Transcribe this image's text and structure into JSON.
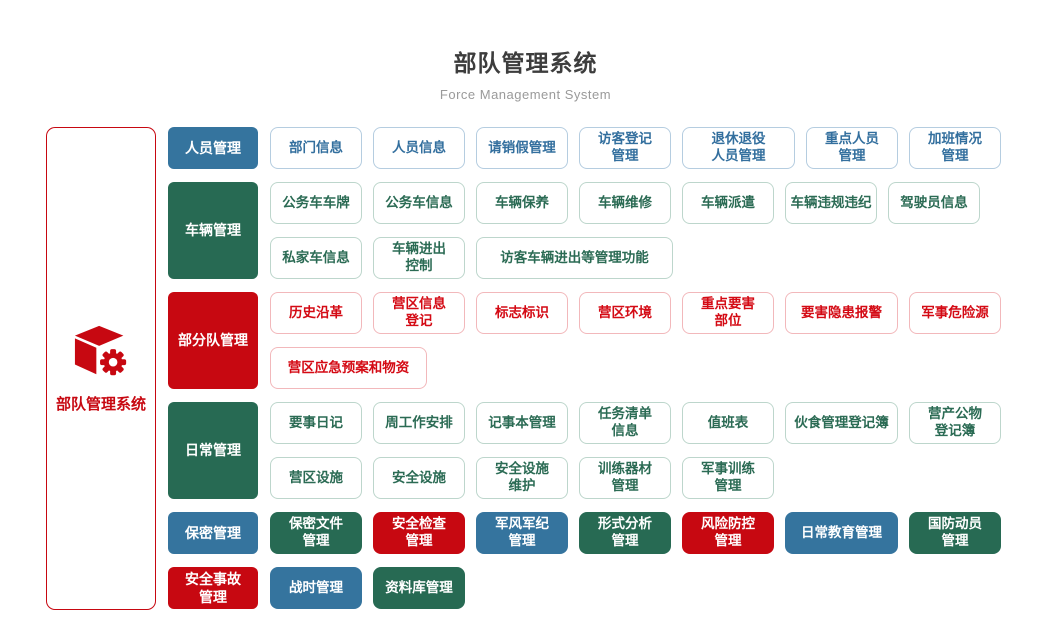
{
  "title": "部队管理系统",
  "subtitle": "Force Management System",
  "root_node": {
    "label": "部队管理系统",
    "icon": "cube-gear-icon"
  },
  "colors": {
    "blue": "#35749e",
    "green": "#276a53",
    "red": "#c70811",
    "blue_text": "#336f9e",
    "green_text": "#2b6b54",
    "red_text": "#d40a14",
    "outline_blue_border": "#b5cde0",
    "outline_green_border": "#bdd6cc",
    "outline_red_border": "#f2b8bb",
    "title_text": "#3d3d3d",
    "subtitle_text": "#9a9a9a"
  },
  "rows": [
    {
      "category": {
        "label": "人员管理",
        "variant": "solid-blue"
      },
      "items": [
        {
          "label": "部门信息",
          "variant": "outline-blue"
        },
        {
          "label": "人员信息",
          "variant": "outline-blue"
        },
        {
          "label": "请销假管理",
          "variant": "outline-blue"
        },
        {
          "label": "访客登记\n管理",
          "variant": "outline-blue"
        },
        {
          "label": "退休退役\n人员管理",
          "variant": "outline-blue",
          "size": "wide"
        },
        {
          "label": "重点人员\n管理",
          "variant": "outline-blue"
        },
        {
          "label": "加班情况\n管理",
          "variant": "outline-blue"
        }
      ]
    },
    {
      "category": {
        "label": "车辆管理",
        "variant": "solid-green"
      },
      "items": [
        {
          "label": "公务车车牌",
          "variant": "outline-green"
        },
        {
          "label": "公务车信息",
          "variant": "outline-green"
        },
        {
          "label": "车辆保养",
          "variant": "outline-green"
        },
        {
          "label": "车辆维修",
          "variant": "outline-green"
        },
        {
          "label": "车辆派遣",
          "variant": "outline-green"
        },
        {
          "label": "车辆违规违纪",
          "variant": "outline-green"
        },
        {
          "label": "驾驶员信息",
          "variant": "outline-green"
        },
        {
          "label": "私家车信息",
          "variant": "outline-green"
        },
        {
          "label": "车辆进出\n控制",
          "variant": "outline-green"
        },
        {
          "label": "访客车辆进出等管理功能",
          "variant": "outline-green",
          "size": "xwide"
        }
      ]
    },
    {
      "category": {
        "label": "部分队管理",
        "variant": "solid-red"
      },
      "items": [
        {
          "label": "历史沿革",
          "variant": "outline-red"
        },
        {
          "label": "营区信息\n登记",
          "variant": "outline-red"
        },
        {
          "label": "标志标识",
          "variant": "outline-red"
        },
        {
          "label": "营区环境",
          "variant": "outline-red"
        },
        {
          "label": "重点要害\n部位",
          "variant": "outline-red"
        },
        {
          "label": "要害隐患报警",
          "variant": "outline-red",
          "size": "wide"
        },
        {
          "label": "军事危险源",
          "variant": "outline-red"
        },
        {
          "label": "营区应急预案和物资",
          "variant": "outline-red",
          "size": "lwide"
        }
      ]
    },
    {
      "category": {
        "label": "日常管理",
        "variant": "solid-green"
      },
      "items": [
        {
          "label": "要事日记",
          "variant": "outline-green"
        },
        {
          "label": "周工作安排",
          "variant": "outline-green"
        },
        {
          "label": "记事本管理",
          "variant": "outline-green"
        },
        {
          "label": "任务清单\n信息",
          "variant": "outline-green"
        },
        {
          "label": "值班表",
          "variant": "outline-green"
        },
        {
          "label": "伙食管理登记簿",
          "variant": "outline-green",
          "size": "wide"
        },
        {
          "label": "营产公物\n登记簿",
          "variant": "outline-green"
        },
        {
          "label": "营区设施",
          "variant": "outline-green"
        },
        {
          "label": "安全设施",
          "variant": "outline-green"
        },
        {
          "label": "安全设施\n维护",
          "variant": "outline-green"
        },
        {
          "label": "训练器材\n管理",
          "variant": "outline-green"
        },
        {
          "label": "军事训练\n管理",
          "variant": "outline-green"
        }
      ]
    },
    {
      "category": {
        "label": "保密管理",
        "variant": "solid-blue"
      },
      "items": [
        {
          "label": "保密文件\n管理",
          "variant": "solid-green"
        },
        {
          "label": "安全检查\n管理",
          "variant": "solid-red"
        },
        {
          "label": "军风军纪\n管理",
          "variant": "solid-blue"
        },
        {
          "label": "形式分析\n管理",
          "variant": "solid-green"
        },
        {
          "label": "风险防控\n管理",
          "variant": "solid-red"
        },
        {
          "label": "日常教育管理",
          "variant": "solid-blue",
          "size": "wide"
        },
        {
          "label": "国防动员\n管理",
          "variant": "solid-green"
        }
      ]
    },
    {
      "category": {
        "label": "安全事故\n管理",
        "variant": "solid-red"
      },
      "items": [
        {
          "label": "战时管理",
          "variant": "solid-blue"
        },
        {
          "label": "资料库管理",
          "variant": "solid-green"
        }
      ]
    }
  ]
}
